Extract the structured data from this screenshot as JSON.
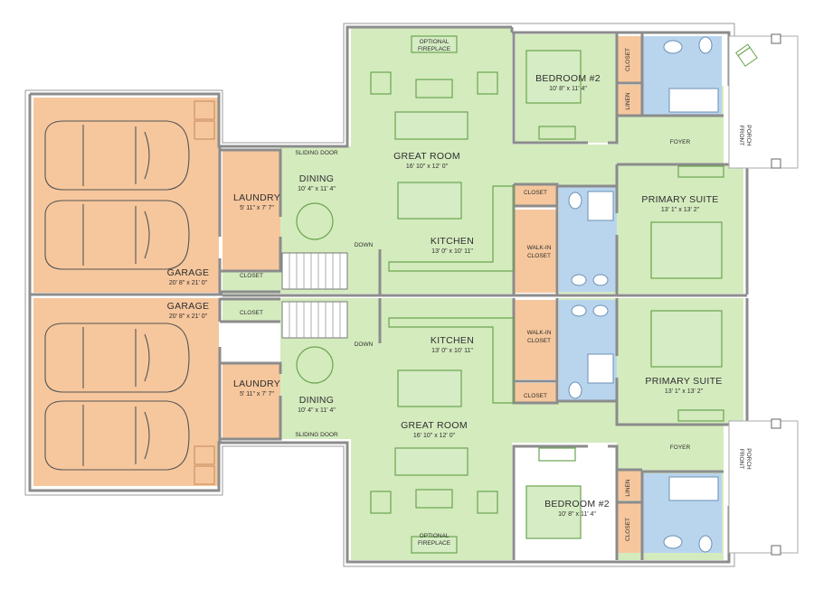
{
  "colors": {
    "living": "#d4ebbe",
    "garage": "#f6c79d",
    "utility": "#f6c79d",
    "bath": "#b9d5ee",
    "wall": "#8c8c8c",
    "furniture": "#6aa54f"
  },
  "labels": {
    "optional_fireplace_line1": "OPTIONAL",
    "optional_fireplace_line2": "FIREPLACE",
    "bedroom2": "BEDROOM #2",
    "bedroom2_dim": "10' 8\" x 11' 4\"",
    "closet": "CLOSET",
    "linen": "LINEN",
    "front_porch_line1": "FRONT",
    "front_porch_line2": "PORCH",
    "foyer": "FOYER",
    "great_room": "GREAT ROOM",
    "great_room_dim": "16' 10\" x 12' 0\"",
    "sliding_door": "SLIDING DOOR",
    "dining": "DINING",
    "dining_dim": "10' 4\" x 11' 4\"",
    "laundry": "LAUNDRY",
    "laundry_dim": "5' 11\" x 7' 7\"",
    "primary_suite": "PRIMARY SUITE",
    "primary_suite_dim": "13' 1\" x 13' 2\"",
    "kitchen": "KITCHEN",
    "kitchen_dim": "13' 0\" x 10' 11\"",
    "down": "DOWN",
    "walk_in_line1": "WALK-IN",
    "walk_in_line2": "CLOSET",
    "garage": "GARAGE",
    "garage_dim": "20' 8\" x 21' 0\""
  },
  "icons": [
    "car-icon",
    "bed-icon",
    "sofa-icon",
    "dining-table-icon",
    "bathtub-icon",
    "toilet-icon",
    "sink-icon",
    "chair-icon",
    "stair-icon"
  ]
}
